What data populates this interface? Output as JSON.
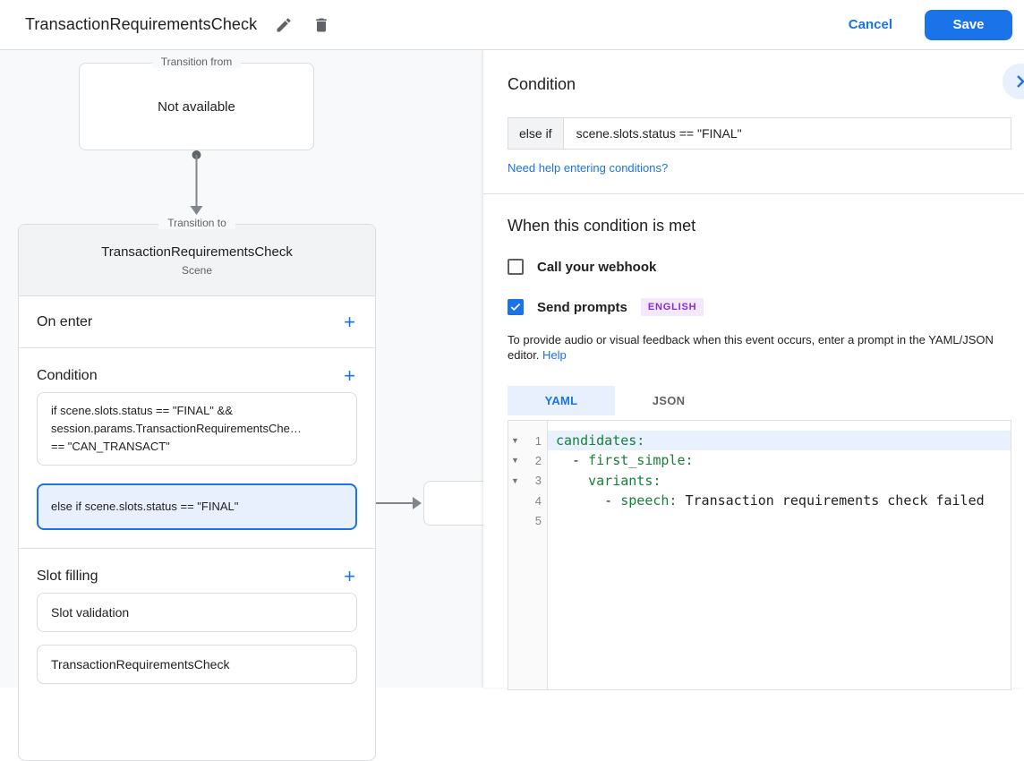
{
  "topbar": {
    "title": "TransactionRequirementsCheck",
    "cancel_label": "Cancel",
    "save_label": "Save"
  },
  "canvas": {
    "transition_from": {
      "legend": "Transition from",
      "content": "Not available"
    },
    "transition_to": {
      "legend": "Transition to",
      "title": "TransactionRequirementsCheck",
      "subtitle": "Scene",
      "sections": {
        "on_enter": {
          "label": "On enter"
        },
        "condition": {
          "label": "Condition",
          "items": [
            {
              "selected": false,
              "lines": [
                "if scene.slots.status == \"FINAL\" &&",
                "session.params.TransactionRequirementsChe…",
                "== \"CAN_TRANSACT\""
              ]
            },
            {
              "selected": true,
              "lines": [
                "else if scene.slots.status == \"FINAL\""
              ]
            }
          ]
        },
        "slot_filling": {
          "label": "Slot filling",
          "items": [
            "Slot validation",
            "TransactionRequirementsCheck"
          ]
        }
      }
    }
  },
  "panel": {
    "title": "Condition",
    "condition_operator": "else if",
    "condition_value": "scene.slots.status == \"FINAL\"",
    "help_link": "Need help entering conditions?",
    "met_title": "When this condition is met",
    "webhook": {
      "label": "Call your webhook",
      "checked": false
    },
    "prompts": {
      "label": "Send prompts",
      "checked": true,
      "badge": "ENGLISH"
    },
    "description": "To provide audio or visual feedback when this event occurs, enter a prompt in the YAML/JSON editor.",
    "description_link": "Help",
    "tabs": [
      {
        "label": "YAML",
        "active": true
      },
      {
        "label": "JSON",
        "active": false
      }
    ],
    "editor": {
      "lines": [
        {
          "num": 1,
          "fold": true,
          "highlighted": true,
          "tokens": [
            {
              "t": "candidates:",
              "c": "key"
            }
          ]
        },
        {
          "num": 2,
          "fold": true,
          "highlighted": false,
          "tokens": [
            {
              "t": "  - ",
              "c": "plain"
            },
            {
              "t": "first_simple:",
              "c": "key"
            }
          ]
        },
        {
          "num": 3,
          "fold": true,
          "highlighted": false,
          "tokens": [
            {
              "t": "    ",
              "c": "plain"
            },
            {
              "t": "variants:",
              "c": "key"
            }
          ]
        },
        {
          "num": 4,
          "fold": false,
          "highlighted": false,
          "tokens": [
            {
              "t": "      - ",
              "c": "plain"
            },
            {
              "t": "speech:",
              "c": "key"
            },
            {
              "t": " Transaction requirements check failed",
              "c": "plain"
            }
          ]
        },
        {
          "num": 5,
          "fold": false,
          "highlighted": false,
          "tokens": []
        }
      ]
    }
  },
  "colors": {
    "accent_blue": "#1a73e8",
    "selected_fill": "#e8f0fe",
    "badge_purple": "#8430ce",
    "code_key_green": "#188038"
  }
}
